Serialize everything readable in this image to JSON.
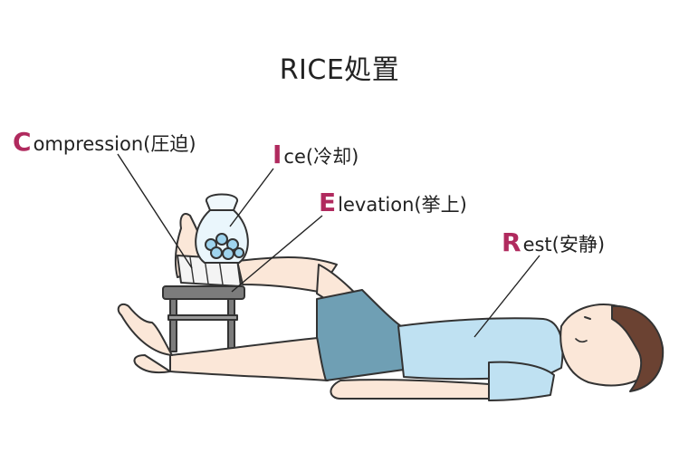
{
  "title": "RICE処置",
  "colors": {
    "accent": "#b02a5e",
    "skin": "#fbe7d8",
    "shirt": "#bfe1f2",
    "shorts": "#6f9fb4",
    "hair": "#6b4232",
    "chair": "#7c7c7c",
    "ice": "#9fd4ee",
    "outline": "#333333"
  },
  "labels": {
    "compression": {
      "initial": "C",
      "rest": "ompression(圧迫)"
    },
    "ice": {
      "initial": "I",
      "rest": "ce(冷却)"
    },
    "elevation": {
      "initial": "E",
      "rest": "levation(挙上)"
    },
    "rest": {
      "initial": "R",
      "rest": "est(安静)"
    }
  },
  "icons": [
    "person-figure",
    "ice-bag-icon",
    "bandage-icon",
    "stool-icon"
  ]
}
